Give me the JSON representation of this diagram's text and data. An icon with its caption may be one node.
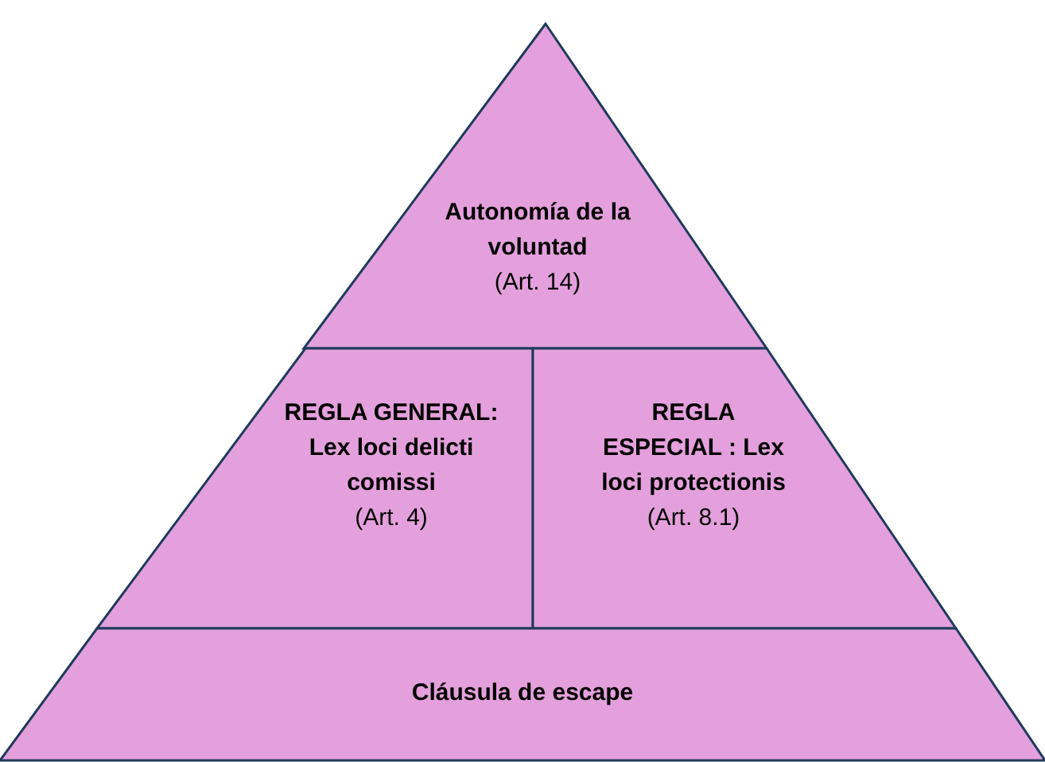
{
  "diagram": {
    "nodes": [
      {
        "text": [
          "Autonomía de la voluntad",
          "(Art. 14)"
        ]
      },
      {
        "text": [
          "REGLA GENERAL: Lex loci delicti comissi",
          "(Art. 4)"
        ]
      },
      {
        "text": [
          "REGLA ESPECIAL : Lex loci protectionis",
          "(Art. 8.1)"
        ]
      },
      {
        "text": [
          "Cláusula de escape"
        ]
      }
    ]
  }
}
